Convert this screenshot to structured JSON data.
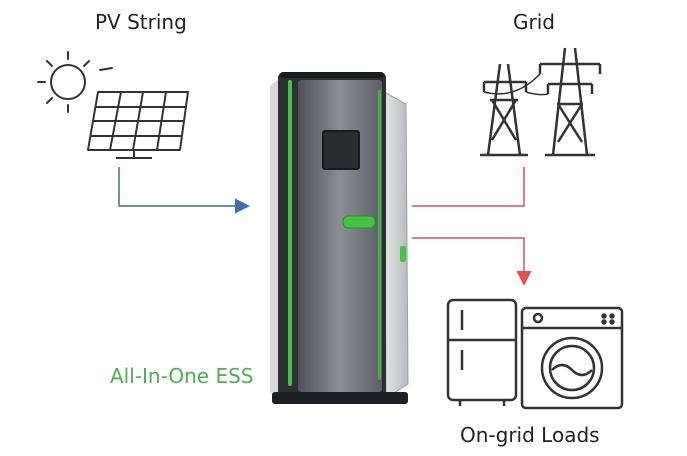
{
  "labels": {
    "pv_string": "PV String",
    "grid": "Grid",
    "ess": "All-In-One ESS",
    "loads": "On-grid Loads"
  },
  "colors": {
    "pv_flow": "#3a6fb5",
    "grid_flow": "#e0524c",
    "ess_accent": "#43c243",
    "icon_stroke": "#333333"
  },
  "icons": [
    "sun-icon",
    "solar-panel-icon",
    "transmission-tower-icon",
    "refrigerator-icon",
    "washing-machine-icon",
    "ess-cabinet"
  ]
}
